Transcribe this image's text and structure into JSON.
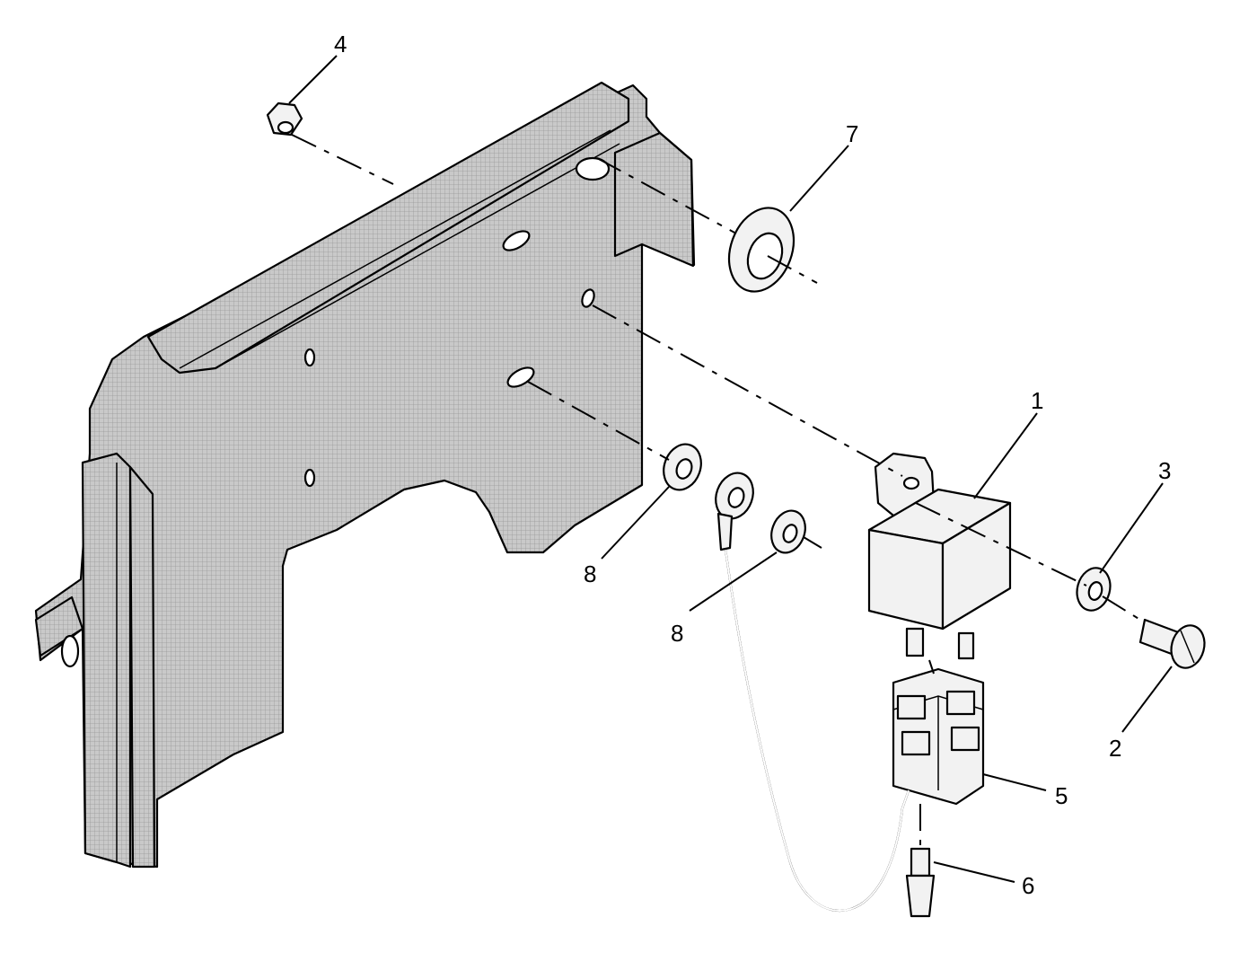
{
  "callouts": [
    {
      "id": "1",
      "label": "1"
    },
    {
      "id": "2",
      "label": "2"
    },
    {
      "id": "3",
      "label": "3"
    },
    {
      "id": "4",
      "label": "4"
    },
    {
      "id": "5",
      "label": "5"
    },
    {
      "id": "6",
      "label": "6"
    },
    {
      "id": "7",
      "label": "7"
    },
    {
      "id": "8a",
      "label": "8"
    },
    {
      "id": "8b",
      "label": "8"
    }
  ]
}
